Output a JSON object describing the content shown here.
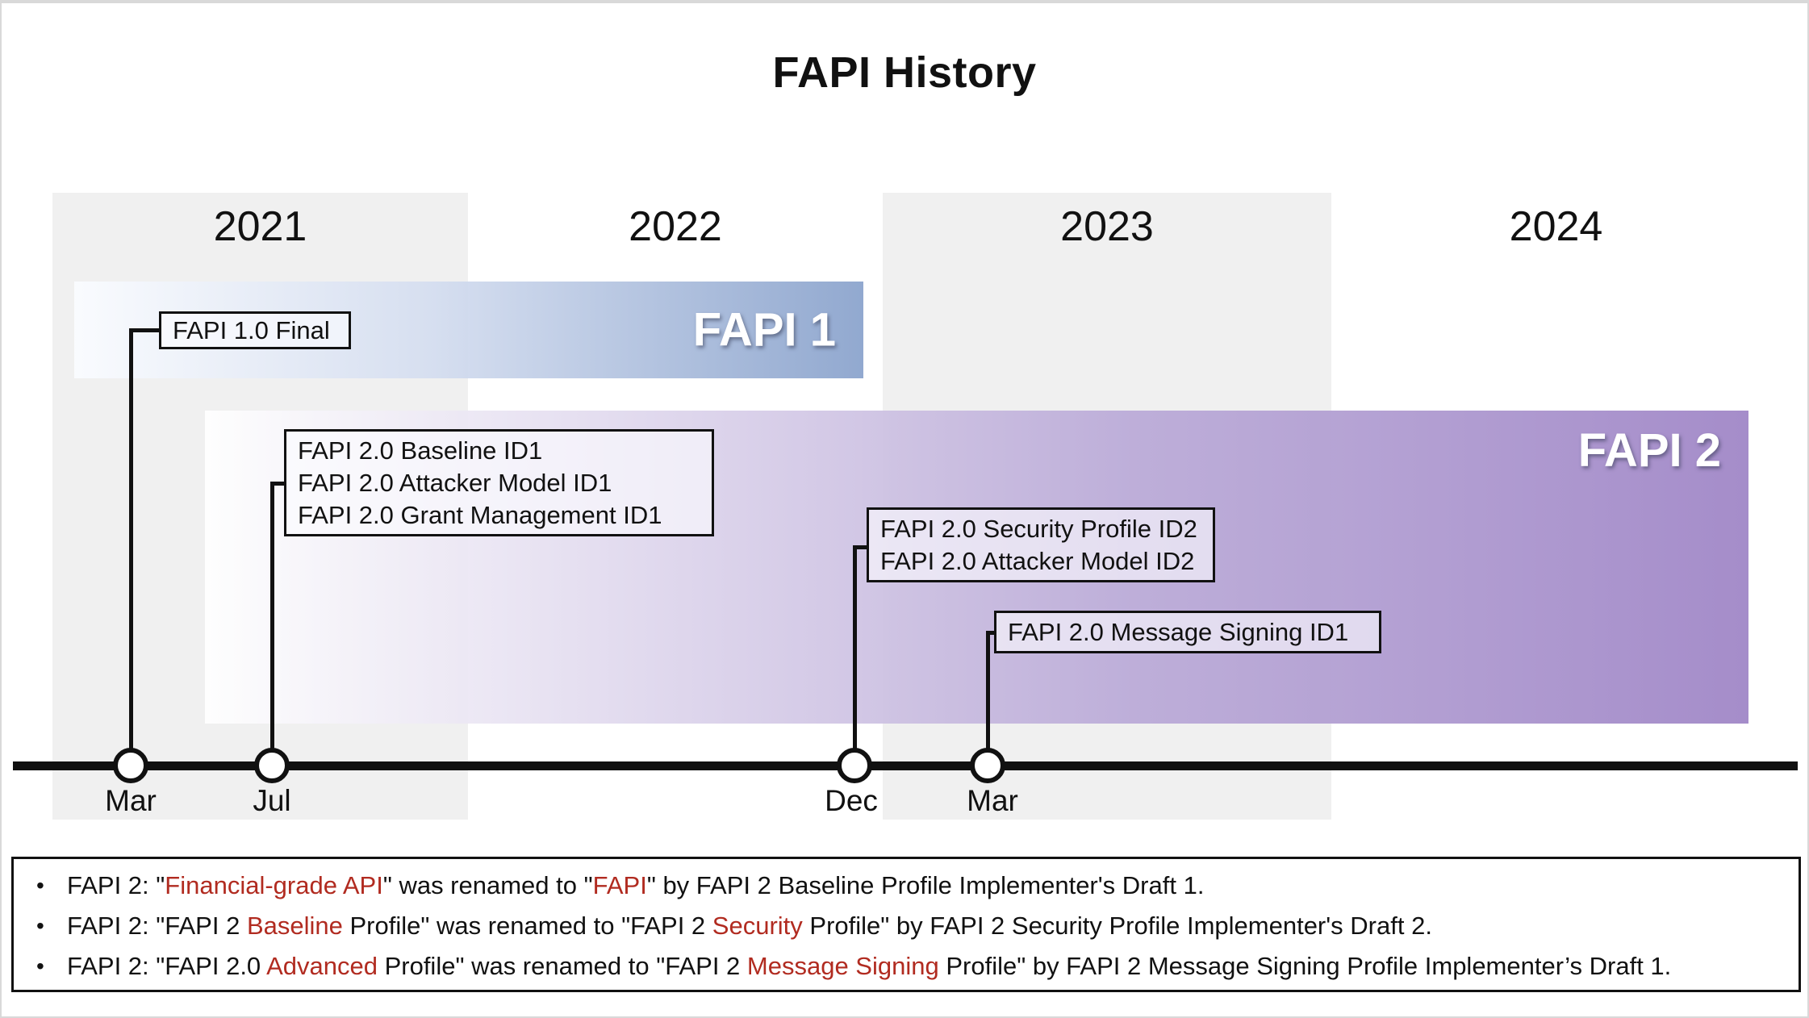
{
  "title": "FAPI History",
  "years": [
    "2021",
    "2022",
    "2023",
    "2024"
  ],
  "bars": {
    "fapi1": "FAPI 1",
    "fapi2": "FAPI 2"
  },
  "milestones": [
    {
      "month": "Mar",
      "year": "2021",
      "items": [
        "FAPI 1.0 Final"
      ]
    },
    {
      "month": "Jul",
      "year": "2021",
      "items": [
        "FAPI 2.0 Baseline ID1",
        "FAPI 2.0 Attacker Model ID1",
        "FAPI 2.0 Grant Management ID1"
      ]
    },
    {
      "month": "Dec",
      "year": "2022",
      "items": [
        "FAPI 2.0 Security Profile ID2",
        "FAPI 2.0 Attacker Model ID2"
      ]
    },
    {
      "month": "Mar",
      "year": "2023",
      "items": [
        "FAPI 2.0 Message Signing ID1"
      ]
    }
  ],
  "notes": {
    "bullet": "•",
    "items": [
      {
        "segments": [
          {
            "text": "FAPI 2: \"",
            "red": false
          },
          {
            "text": "Financial-grade API",
            "red": true
          },
          {
            "text": "\" was renamed to \"",
            "red": false
          },
          {
            "text": "FAPI",
            "red": true
          },
          {
            "text": "\" by FAPI 2 Baseline Profile Implementer's Draft 1.",
            "red": false
          }
        ]
      },
      {
        "segments": [
          {
            "text": "FAPI 2: \"FAPI 2 ",
            "red": false
          },
          {
            "text": "Baseline",
            "red": true
          },
          {
            "text": " Profile\" was renamed to \"FAPI 2 ",
            "red": false
          },
          {
            "text": "Security",
            "red": true
          },
          {
            "text": " Profile\" by FAPI 2 Security Profile Implementer's Draft 2.",
            "red": false
          }
        ]
      },
      {
        "segments": [
          {
            "text": "FAPI 2: \"FAPI 2.0 ",
            "red": false
          },
          {
            "text": "Advanced",
            "red": true
          },
          {
            "text": " Profile\" was renamed to \"FAPI 2 ",
            "red": false
          },
          {
            "text": "Message Signing",
            "red": true
          },
          {
            "text": " Profile\" by FAPI 2 Message Signing Profile Implementer’s Draft 1.",
            "red": false
          }
        ]
      }
    ]
  },
  "colors": {
    "accent_red": "#B12B20",
    "fapi1_bar_end": "#8EA6CE",
    "fapi2_bar_end": "#A289C8",
    "column_shade": "#F0F0F0"
  },
  "chart_data": {
    "type": "table",
    "title": "FAPI History",
    "x_axis_years": [
      "2021",
      "2022",
      "2023",
      "2024"
    ],
    "bars": [
      {
        "name": "FAPI 1",
        "start": "2021-01",
        "end": "2022-12"
      },
      {
        "name": "FAPI 2",
        "start": "2021-05",
        "end": "2024-12"
      }
    ],
    "events": [
      {
        "date": "Mar 2021",
        "labels": [
          "FAPI 1.0 Final"
        ]
      },
      {
        "date": "Jul 2021",
        "labels": [
          "FAPI 2.0 Baseline ID1",
          "FAPI 2.0 Attacker Model ID1",
          "FAPI 2.0 Grant Management ID1"
        ]
      },
      {
        "date": "Dec 2022",
        "labels": [
          "FAPI 2.0 Security Profile ID2",
          "FAPI 2.0 Attacker Model ID2"
        ]
      },
      {
        "date": "Mar 2023",
        "labels": [
          "FAPI 2.0 Message Signing ID1"
        ]
      }
    ]
  }
}
